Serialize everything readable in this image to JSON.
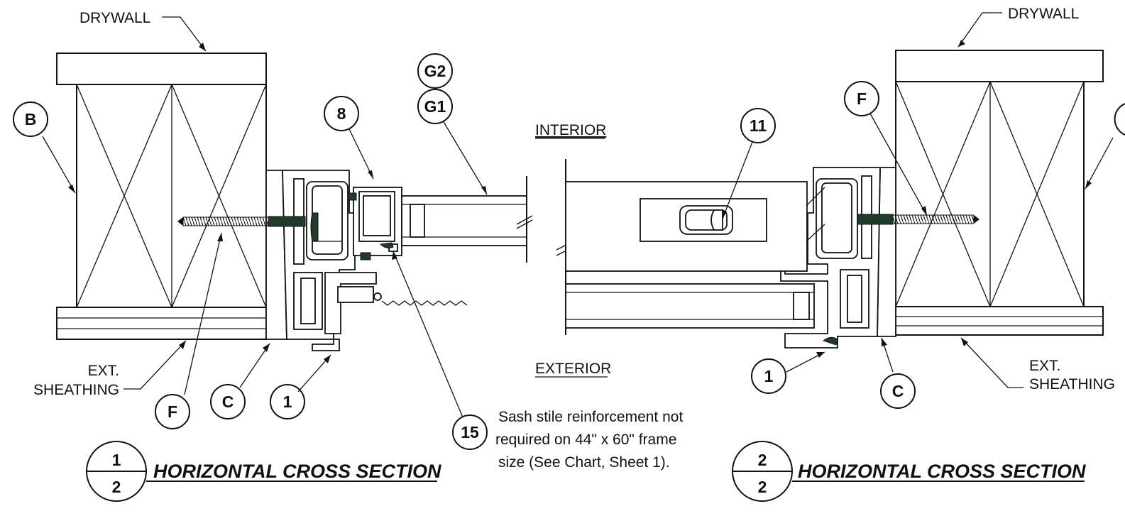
{
  "labels": {
    "drywall_left": "DRYWALL",
    "drywall_right": "DRYWALL",
    "ext_sheathing_left_line1": "EXT.",
    "ext_sheathing_left_line2": "SHEATHING",
    "ext_sheathing_right_line1": "EXT.",
    "ext_sheathing_right_line2": "SHEATHING",
    "interior": "INTERIOR",
    "exterior": "EXTERIOR"
  },
  "callouts": {
    "b": "B",
    "f_left": "F",
    "c_left": "C",
    "one_left": "1",
    "eight": "8",
    "g2": "G2",
    "g1": "G1",
    "fifteen": "15",
    "eleven": "11",
    "f_right": "F",
    "one_right": "1",
    "c_right": "C"
  },
  "note": {
    "line1": "Sash stile reinforcement not",
    "line2": "required on 44\" x 60\" frame",
    "line3": "size (See Chart, Sheet 1)."
  },
  "sections": [
    {
      "num": "1",
      "den": "2",
      "title": "HORIZONTAL CROSS SECTION"
    },
    {
      "num": "2",
      "den": "2",
      "title": "HORIZONTAL CROSS SECTION"
    }
  ],
  "colors": {
    "ink": "#111111",
    "gasket": "#1f3b2c",
    "paper": "#ffffff"
  }
}
